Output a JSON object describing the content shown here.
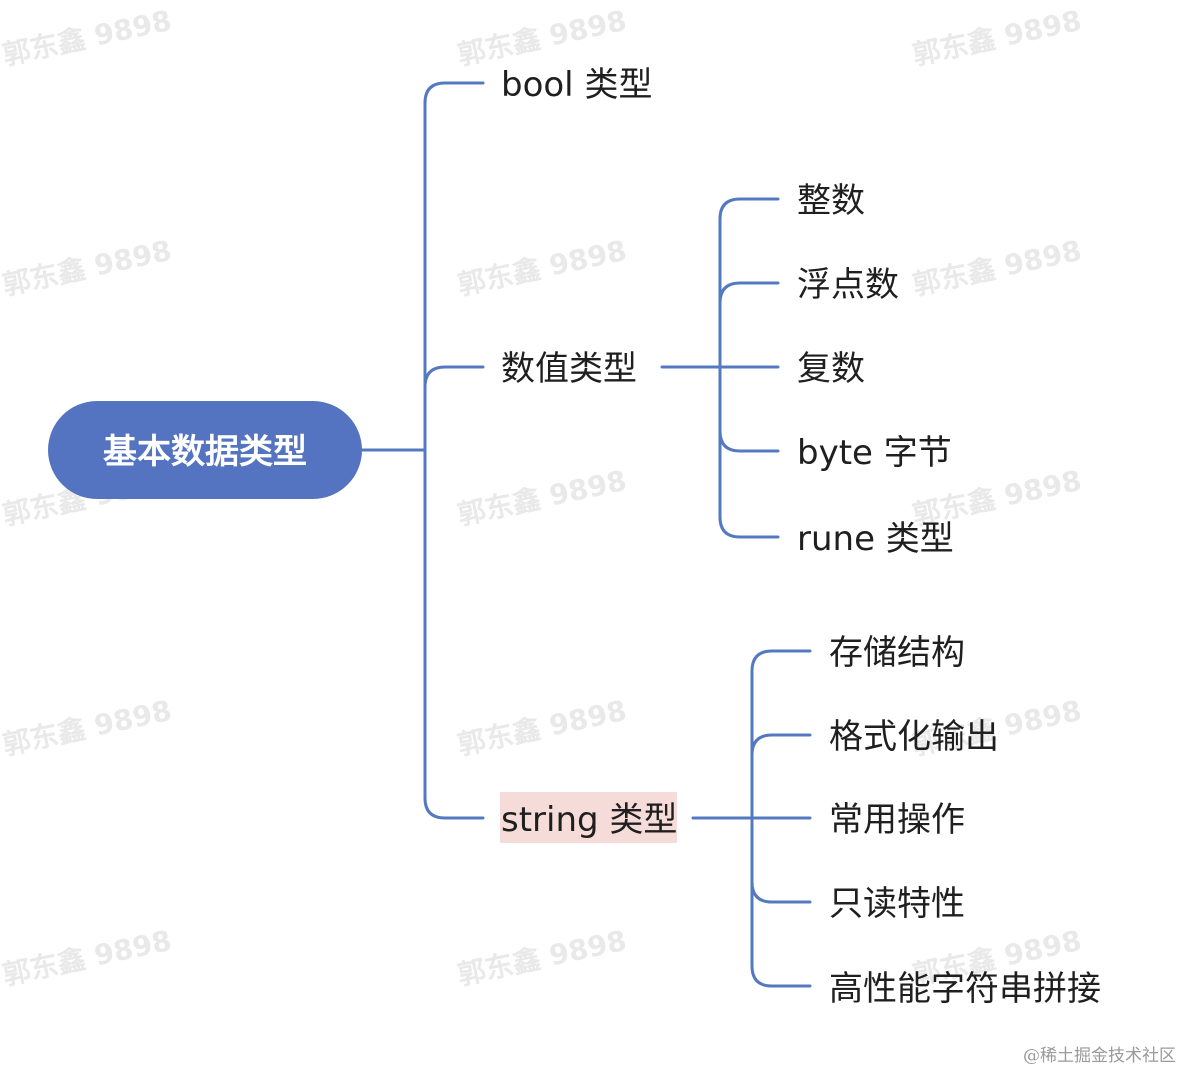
{
  "root": {
    "label": "基本数据类型",
    "color": "#5474c2"
  },
  "branches": [
    {
      "key": "bool",
      "label": "bool 类型",
      "children": []
    },
    {
      "key": "numeric",
      "label": "数值类型",
      "children": [
        {
          "key": "integer",
          "label": "整数"
        },
        {
          "key": "float",
          "label": "浮点数"
        },
        {
          "key": "complex",
          "label": "复数"
        },
        {
          "key": "byte",
          "label": "byte 字节"
        },
        {
          "key": "rune",
          "label": "rune 类型"
        }
      ]
    },
    {
      "key": "string",
      "label": "string 类型",
      "highlighted": true,
      "children": [
        {
          "key": "storage",
          "label": "存储结构"
        },
        {
          "key": "format",
          "label": "格式化输出"
        },
        {
          "key": "ops",
          "label": "常用操作"
        },
        {
          "key": "readonly",
          "label": "只读特性"
        },
        {
          "key": "concat",
          "label": "高性能字符串拼接"
        }
      ]
    }
  ],
  "watermark": "郭东鑫 9898",
  "credit": "@稀土掘金技术社区",
  "colors": {
    "edge": "#5579c0",
    "root": "#5474c2",
    "highlight": "#f6dcd9"
  }
}
